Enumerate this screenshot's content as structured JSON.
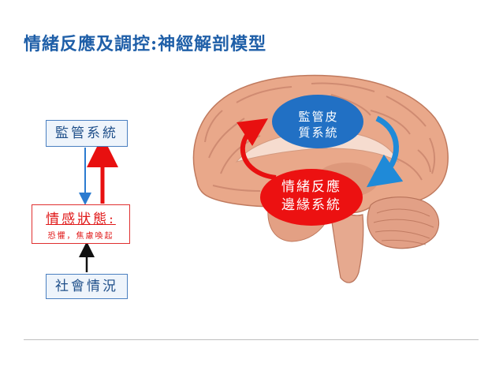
{
  "title": "情緒反應及調控:神經解剖模型",
  "boxes": {
    "supervise": "監管系統",
    "emotion_main": "情感狀態:",
    "emotion_sub": "恐懼，焦慮喚起",
    "social": "社會情況"
  },
  "ovals": {
    "cortex_line1": "監管皮",
    "cortex_line2": "質系統",
    "limbic_line1": "情緒反應",
    "limbic_line2": "邊緣系統"
  },
  "colors": {
    "title": "#1f5fa8",
    "blue": "#1f6fc4",
    "red": "#e81010",
    "brain": "#e9a88a"
  }
}
